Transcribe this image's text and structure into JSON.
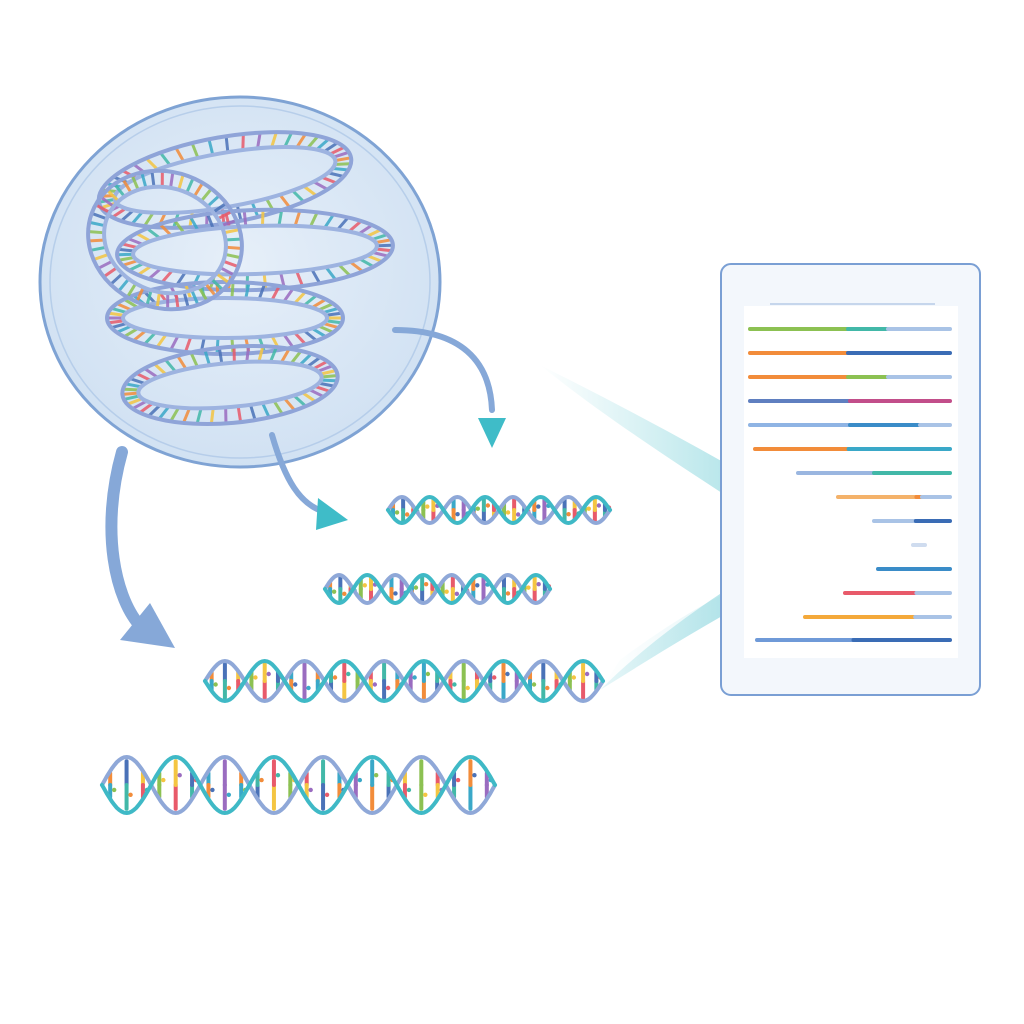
{
  "colors": {
    "helix_teal": "#3fb9c6",
    "helix_blue": "#8fa8d8",
    "cell_fill": "#dfeaf6",
    "cell_stroke": "#7fa3d4",
    "arrow_teal": "#3fbcc8",
    "arrow_blue": "#86a8d8",
    "sheet_frame": "#7a9fd4",
    "sheet_paper": "#f3f7fc",
    "base_palette": [
      "#f28c3a",
      "#8cc152",
      "#3aa8c8",
      "#4a72b8",
      "#e85a6a",
      "#9a6cc0",
      "#f4c542",
      "#42b8a8"
    ]
  },
  "icons": {
    "nucleus": "cell-nucleus-icon",
    "chromatin": "coiled-dna-icon",
    "fragments": "dna-helix-icon",
    "sheet": "sequence-readout-icon",
    "funnel": "merge-arrow-icon"
  },
  "fragments": [
    {
      "id": "fragment-1",
      "turns": 4,
      "base_count": 22
    },
    {
      "id": "fragment-2",
      "turns": 4,
      "base_count": 22
    },
    {
      "id": "fragment-3",
      "turns": 5,
      "base_count": 30
    },
    {
      "id": "fragment-4",
      "turns": 4,
      "base_count": 24
    }
  ],
  "sequence_lines": [
    {
      "segments": [
        {
          "color": "#8cc152",
          "frac": 0.49
        },
        {
          "color": "#42b8a8",
          "frac": 0.2
        },
        {
          "color": "#a9c3e6",
          "frac": 0.31
        }
      ]
    },
    {
      "segments": [
        {
          "color": "#f28c3a",
          "frac": 0.49
        },
        {
          "color": "#3a6cb5",
          "frac": 0.51
        }
      ]
    },
    {
      "segments": [
        {
          "color": "#f28c3a",
          "frac": 0.49
        },
        {
          "color": "#8cc152",
          "frac": 0.2
        },
        {
          "color": "#a9c3e6",
          "frac": 0.31
        }
      ]
    },
    {
      "segments": [
        {
          "color": "#5f7fc0",
          "frac": 0.5
        },
        {
          "color": "#c24e8a",
          "frac": 0.5
        }
      ]
    },
    {
      "segments": [
        {
          "color": "#8fb4e4",
          "frac": 0.5
        },
        {
          "color": "#3a8cc8",
          "frac": 0.35
        },
        {
          "color": "#a9c3e6",
          "frac": 0.15
        }
      ]
    },
    {
      "segments": [
        {
          "color": "#f28c3a",
          "frac": 0.48
        },
        {
          "color": "#3aa8c8",
          "frac": 0.52
        }
      ]
    },
    {
      "segments": [
        {
          "color": "#9ab6e0",
          "frac": 0.5
        },
        {
          "color": "#42b8a8",
          "frac": 0.5
        }
      ]
    },
    {
      "segments": [
        {
          "color": "#f4b26a",
          "frac": 0.7
        },
        {
          "color": "#f28c3a",
          "frac": 0.05
        },
        {
          "color": "#a9c3e6",
          "frac": 0.25
        }
      ]
    },
    {
      "segments": [
        {
          "color": "#a9c3e6",
          "frac": 0.55
        },
        {
          "color": "#3a6cb5",
          "frac": 0.45
        }
      ]
    },
    {
      "segments": [
        {
          "color": "#cfdcef",
          "frac": 1.0
        }
      ]
    },
    {
      "segments": [
        {
          "color": "#3a8cc8",
          "frac": 1.0
        }
      ]
    },
    {
      "segments": [
        {
          "color": "#e85a6a",
          "frac": 0.68
        },
        {
          "color": "#a9c3e6",
          "frac": 0.32
        }
      ]
    },
    {
      "segments": [
        {
          "color": "#f4a93a",
          "frac": 0.76
        },
        {
          "color": "#a9c3e6",
          "frac": 0.24
        }
      ]
    },
    {
      "segments": [
        {
          "color": "#6f9ad8",
          "frac": 0.5
        },
        {
          "color": "#3a6cb5",
          "frac": 0.5
        }
      ]
    }
  ]
}
